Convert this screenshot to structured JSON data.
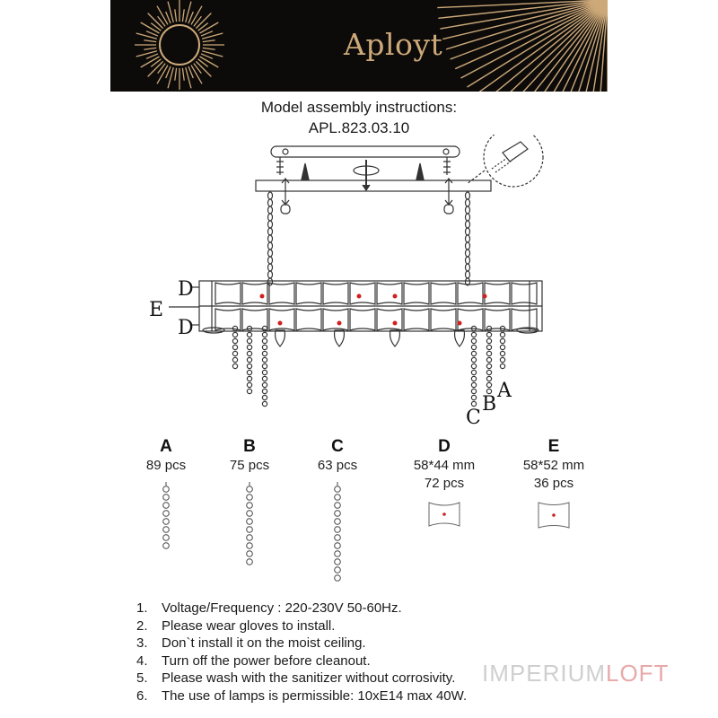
{
  "header": {
    "brand": "Aployt",
    "brand_icon": "sunburst-logo-icon",
    "title_line1": "Model assembly instructions:",
    "title_line2": "APL.823.03.10",
    "colors": {
      "banner_bg": "#0c0b0a",
      "gold": "#cda979"
    }
  },
  "diagram": {
    "labels": {
      "d_top": "D",
      "e": "E",
      "d_bottom": "D",
      "c": "C",
      "b": "B",
      "a": "A"
    }
  },
  "parts": [
    {
      "letter": "A",
      "line1": "89 pcs",
      "line2": "",
      "icon": "crystal-strand-short-icon"
    },
    {
      "letter": "B",
      "line1": "75 pcs",
      "line2": "",
      "icon": "crystal-strand-medium-icon"
    },
    {
      "letter": "C",
      "line1": "63 pcs",
      "line2": "",
      "icon": "crystal-strand-long-icon"
    },
    {
      "letter": "D",
      "line1": "58*44 mm",
      "line2": "72 pcs",
      "icon": "crystal-plate-icon"
    },
    {
      "letter": "E",
      "line1": "58*52 mm",
      "line2": "36 pcs",
      "icon": "crystal-plate-icon"
    }
  ],
  "notes": [
    {
      "num": "1.",
      "text": "Voltage/Frequency : 220-230V 50-60Hz."
    },
    {
      "num": "2.",
      "text": "Please wear gloves to install."
    },
    {
      "num": "3.",
      "text": "Don`t install it on the moist ceiling."
    },
    {
      "num": "4.",
      "text": "Turn off the power before cleanout."
    },
    {
      "num": "5.",
      "text": "Please wash with the sanitizer without corrosivity."
    },
    {
      "num": "6.",
      "text": "The use of lamps is permissible: 10xE14 max 40W."
    }
  ],
  "watermark": {
    "part1": "IMPERIUM",
    "part2": "LOFT"
  }
}
